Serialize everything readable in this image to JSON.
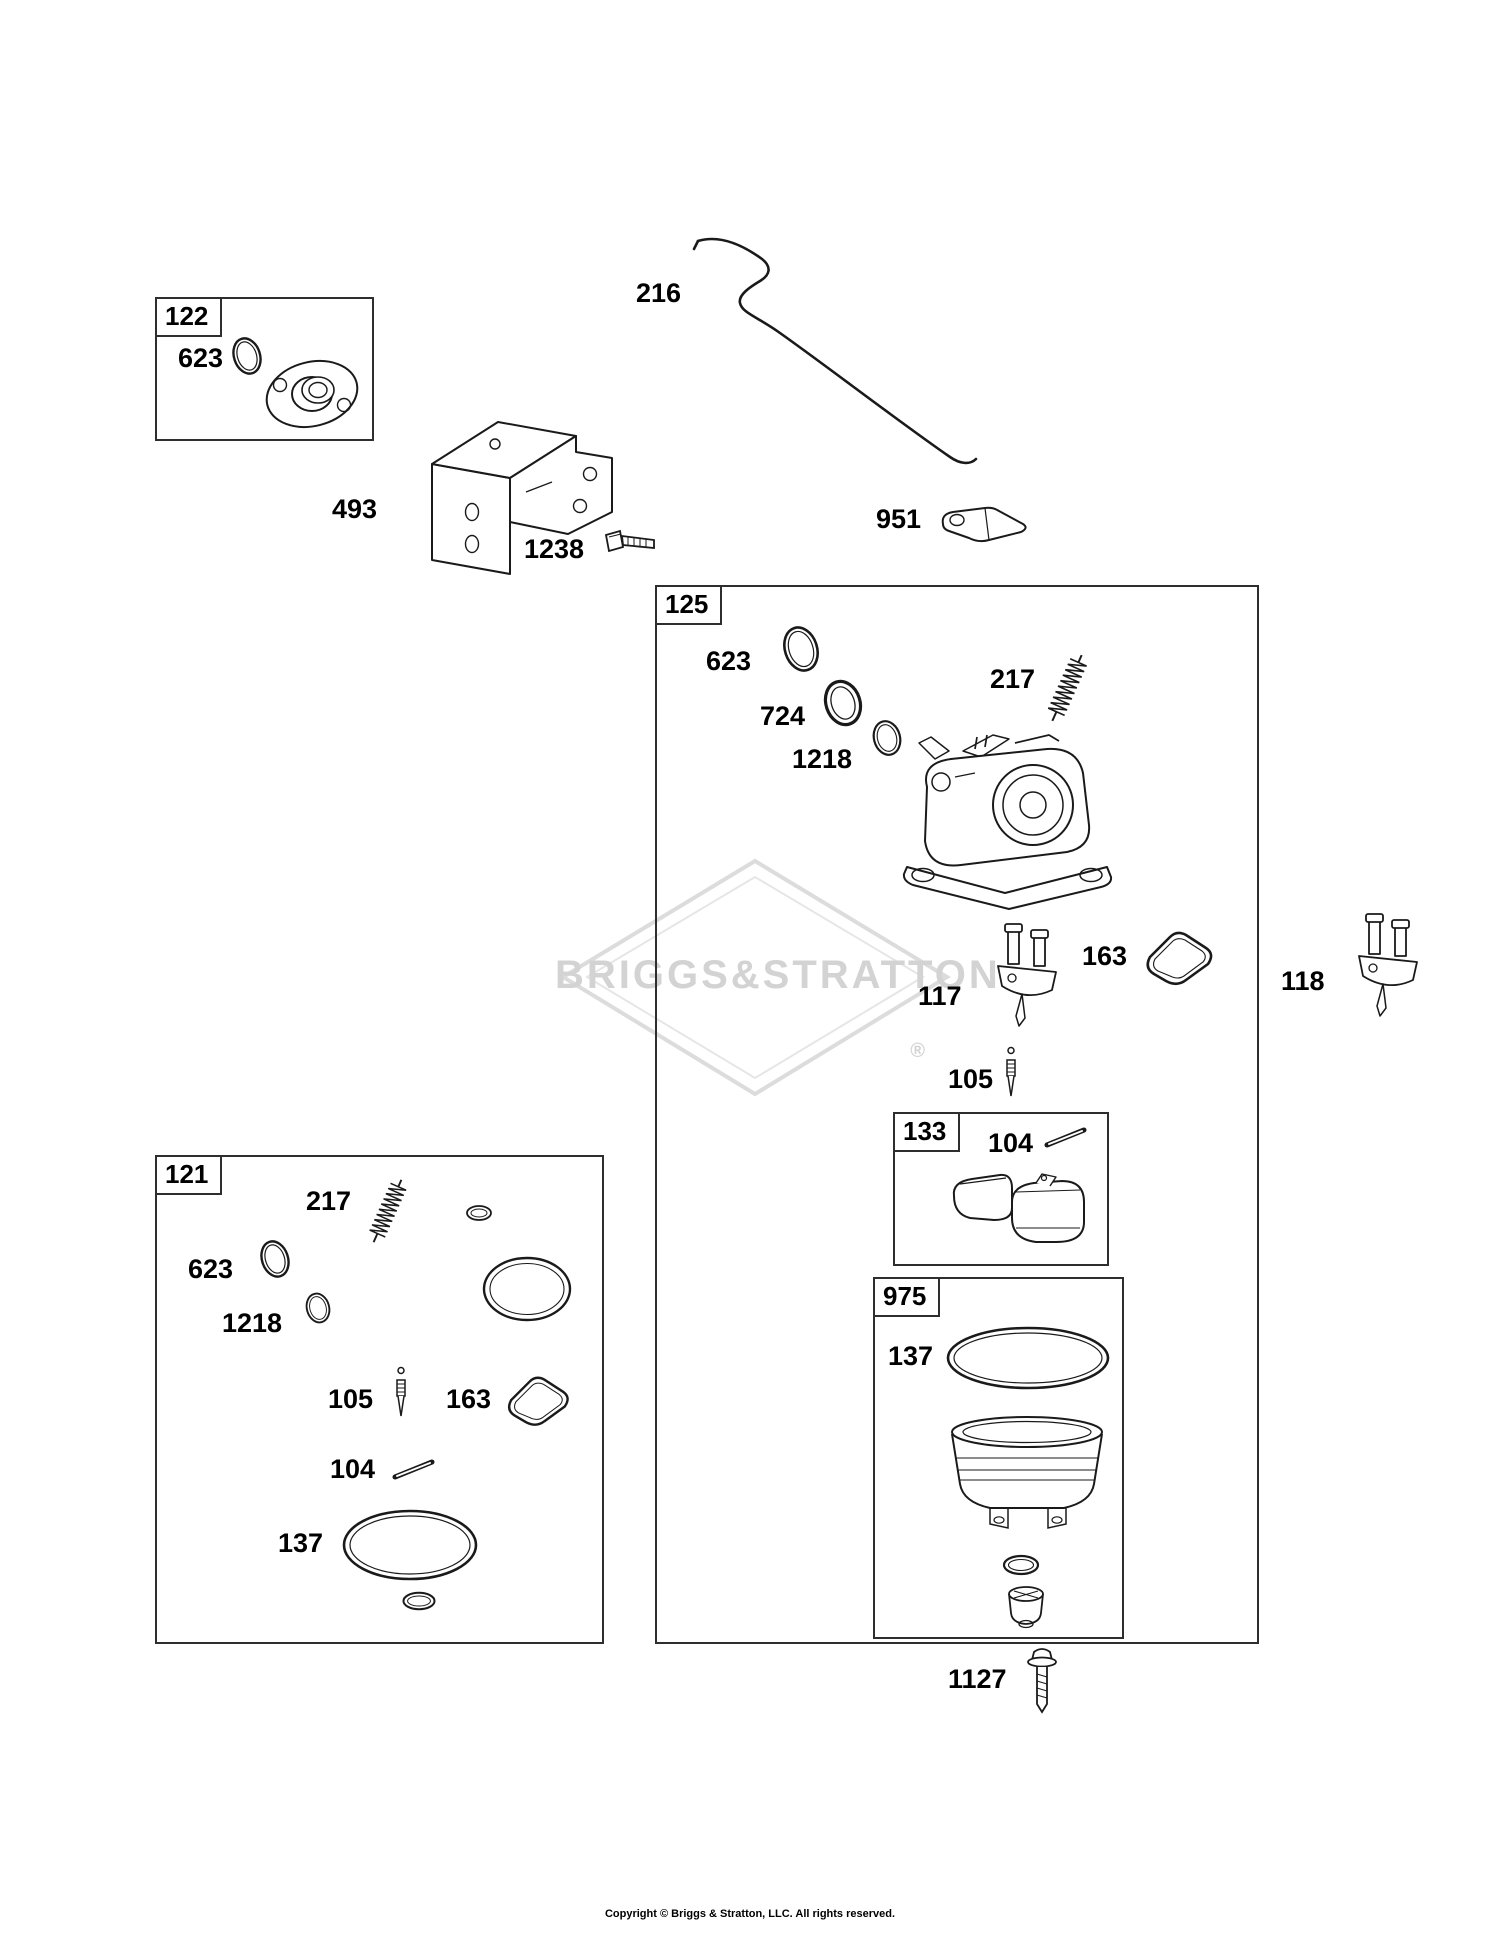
{
  "watermark": {
    "text": "BRIGGS&STRATTON",
    "registered": "®"
  },
  "footer": {
    "copyright": "Copyright © Briggs & Stratton, LLC. All rights reserved."
  },
  "groups": {
    "g122": {
      "id": "122"
    },
    "g125": {
      "id": "125"
    },
    "g121": {
      "id": "121"
    },
    "g133": {
      "id": "133"
    },
    "g975": {
      "id": "975"
    }
  },
  "labels": {
    "l216": "216",
    "l951": "951",
    "l493": "493",
    "l1238": "1238",
    "l623_g122": "623",
    "l623_g125": "623",
    "l724": "724",
    "l1218_g125": "1218",
    "l217_g125": "217",
    "l163_g125": "163",
    "l117": "117",
    "l118": "118",
    "l105_g125": "105",
    "l104_g133": "104",
    "l137_g975": "137",
    "l217_g121": "217",
    "l623_g121": "623",
    "l1218_g121": "1218",
    "l105_g121": "105",
    "l163_g121": "163",
    "l104_g121": "104",
    "l137_g121": "137",
    "l1127": "1127"
  }
}
